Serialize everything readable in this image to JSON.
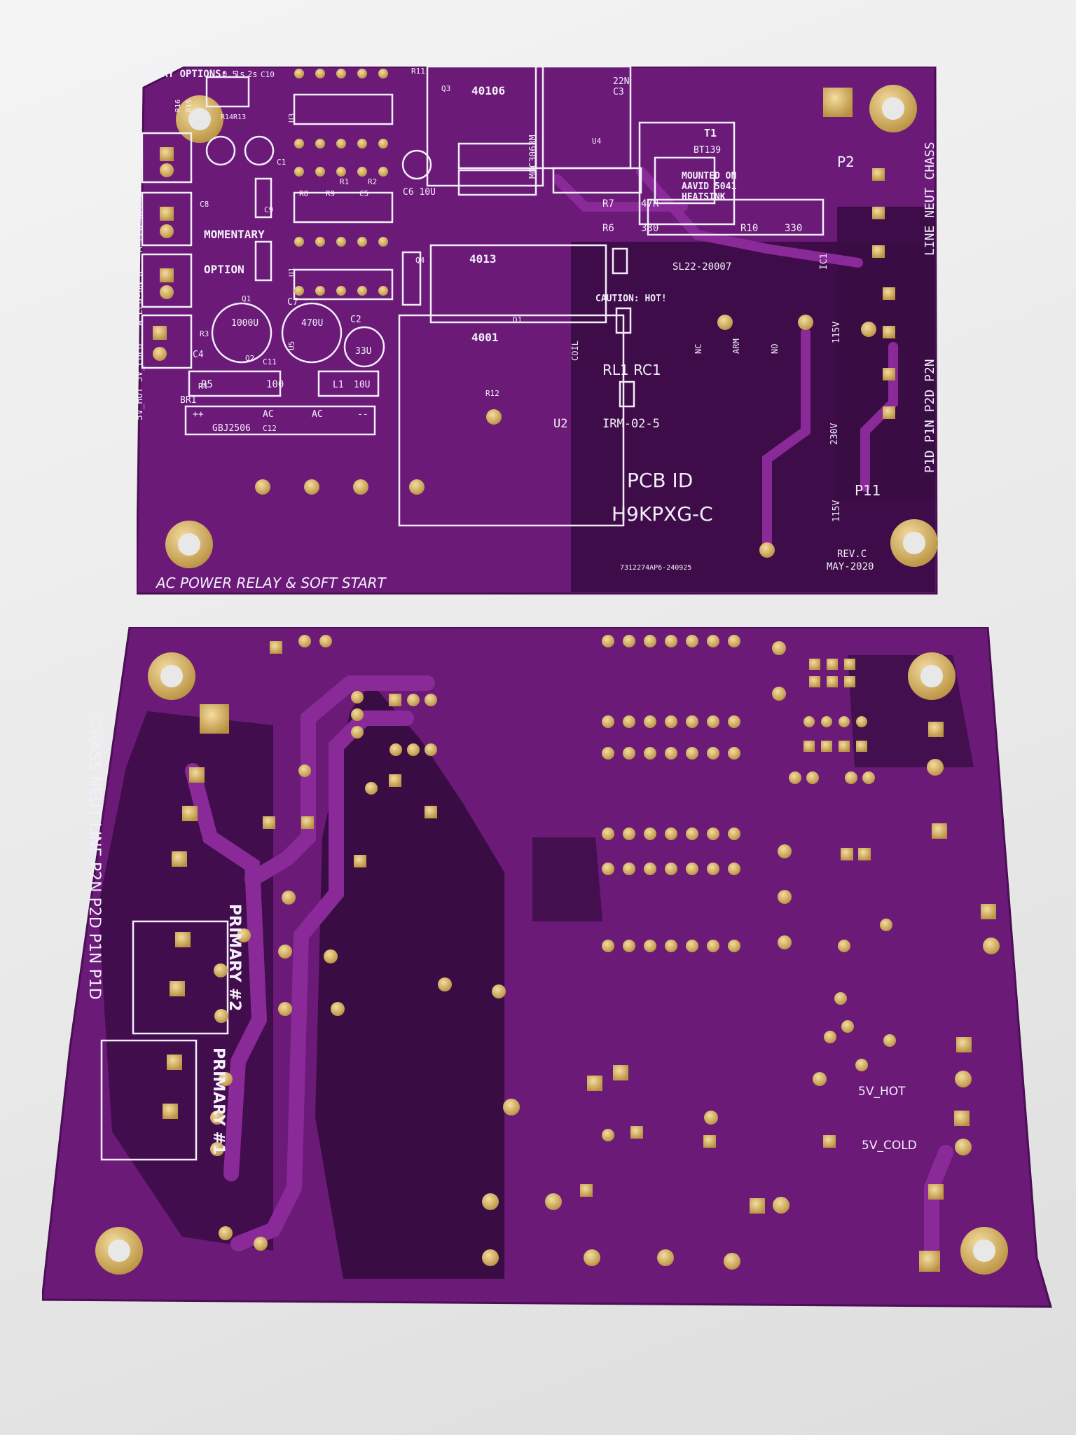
{
  "colors": {
    "pcb_purple": "#6b1a78",
    "pcb_dark": "#3a0c44",
    "pad_gold": "#d9b46a",
    "silkscreen": "#f3eefa"
  },
  "top_board": {
    "title": "AC POWER RELAY & SOFT START",
    "pcb_id_label": "PCB ID",
    "pcb_id_value": "H9KPXG-C",
    "revision": "REV.C",
    "date": "MAY-2020",
    "lot_code": "7312274AP6-240925",
    "caution": "CAUTION: HOT!",
    "delay_options": {
      "label": "DELAY OPTIONS:",
      "opt1": "0.5",
      "opt2": "1s",
      "opt3": "2s"
    },
    "momentary_option": {
      "line1": "MOMENTARY",
      "line2": "OPTION"
    },
    "left_edge_labels": {
      "switch": "SWITCH",
      "led_off": "A  LED-OFF  K",
      "led_on": "A  LED-ON  K",
      "power": "5V_HOT 5V_COLD"
    },
    "right_edge_labels": {
      "upper": "LINE NEUT CHASS",
      "lower": "P1D  P1N  P2D  P2N"
    },
    "ics": {
      "u3": "40106",
      "u1": "4013",
      "u5": "4001",
      "u4": "MOC3063M"
    },
    "triac": {
      "ref": "T1",
      "part": "BT139",
      "note1": "MOUNTED ON",
      "note2": "AAVID 5041",
      "note3": "HEATSINK"
    },
    "resistors": {
      "r7": "R7",
      "r7_val": "47R",
      "r6": "R6",
      "r6_val": "330",
      "r10": "R10",
      "r10_val": "330",
      "r5": "R5",
      "r5_val": "100"
    },
    "thermistor": "SL22-20007",
    "ic1": "IC1",
    "relay": {
      "ref": "RL1 RC1",
      "coil": "COIL",
      "nc": "NC",
      "arm": "ARM",
      "no": "NO"
    },
    "psu": {
      "ref": "U2",
      "part": "IRM-02-5"
    },
    "caps": {
      "c4": "C4",
      "c4_val": "1000U",
      "c7": "C7",
      "c7_val": "470U",
      "c2": "C2",
      "c2_val": "33U",
      "c6": "C6 10U",
      "c3": "C3",
      "c3_val": "22N"
    },
    "inductor": {
      "ref": "L1",
      "val": "10U"
    },
    "bridge": {
      "ref": "BR1",
      "part": "GBJ2506",
      "plus": "++",
      "ac1": "AC",
      "ac2": "AC",
      "minus": "--"
    },
    "voltages": {
      "v1": "115V",
      "v2": "230V",
      "v3": "115V"
    },
    "connectors": {
      "p2": "P2",
      "p11": "P11"
    },
    "misc_refs": {
      "r16": "R16",
      "r15": "R15",
      "r14r13": "R14R13",
      "c10": "C10",
      "u3": "U3",
      "r11": "R11",
      "q3": "Q3",
      "c1": "C1",
      "r1": "R1",
      "r2": "R2",
      "c8": "C8",
      "c9": "C9",
      "r8": "R8",
      "r9": "R9",
      "c5": "C5",
      "u4": "U4",
      "q1": "Q1",
      "q2": "Q2",
      "q4": "Q4",
      "r3": "R3",
      "r4": "R4",
      "c11": "C11",
      "c12": "C12",
      "d1": "D1",
      "r12": "R12",
      "u1": "U1",
      "u5": "U5"
    }
  },
  "bottom_board": {
    "left_edge": "CHASS NEUT LINE  P2N  P2D  P1N  P1D",
    "primary2": "PRIMARY #2",
    "primary1": "PRIMARY #1",
    "hot_label": "5V_HOT",
    "cold_label": "5V_COLD"
  }
}
